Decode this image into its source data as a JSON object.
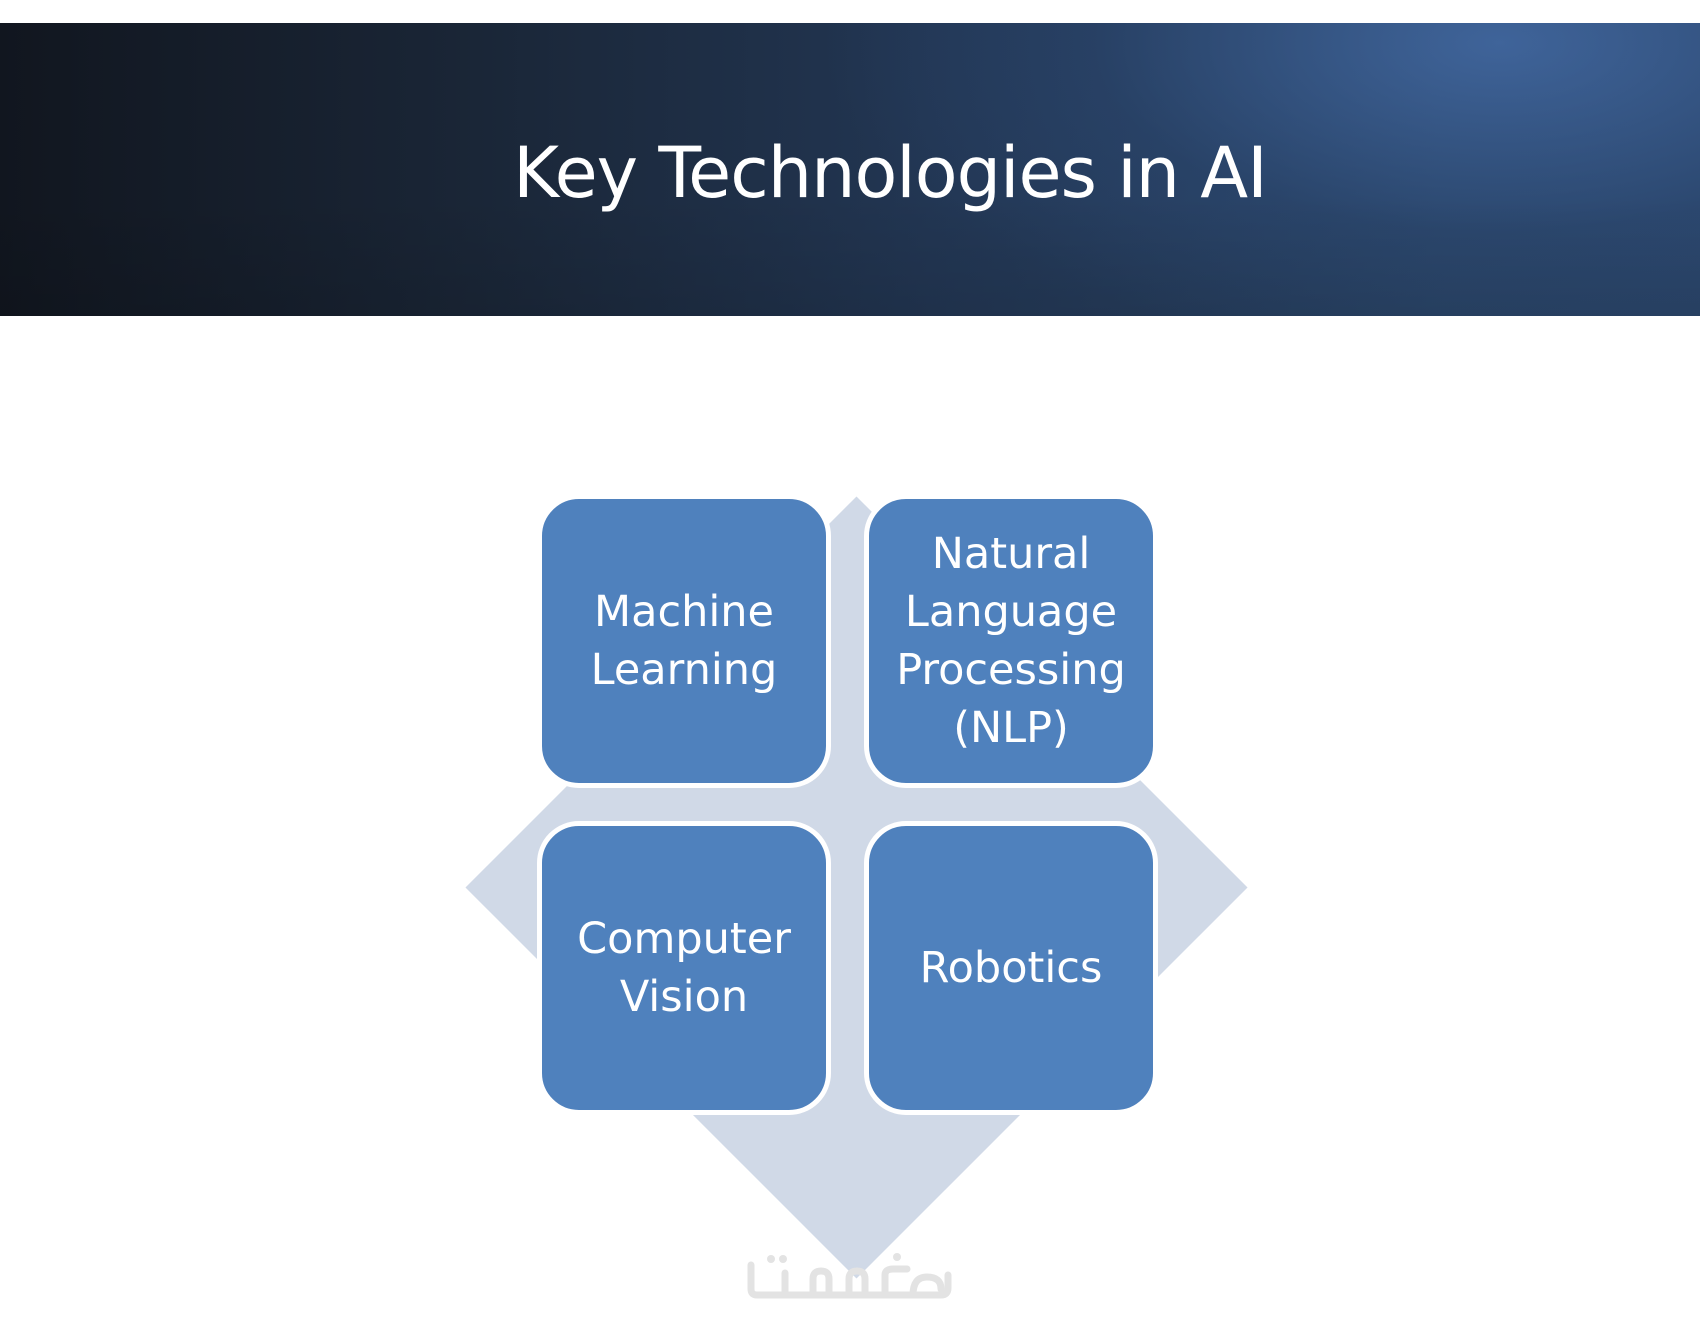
{
  "slide": {
    "title": "Key Technologies in AI"
  },
  "diagram": {
    "items": [
      {
        "label": "Machine\nLearning"
      },
      {
        "label": "Natural\nLanguage\nProcessing\n(NLP)"
      },
      {
        "label": "Computer\nVision"
      },
      {
        "label": "Robotics"
      }
    ]
  },
  "watermark": {
    "text": "خمسات"
  },
  "colors": {
    "title_band_dark": "#11161f",
    "title_band_light": "#2b466b",
    "node_fill": "#4f81bd",
    "diamond_fill": "#d0d9e7",
    "watermark": "#e3e3e3"
  }
}
